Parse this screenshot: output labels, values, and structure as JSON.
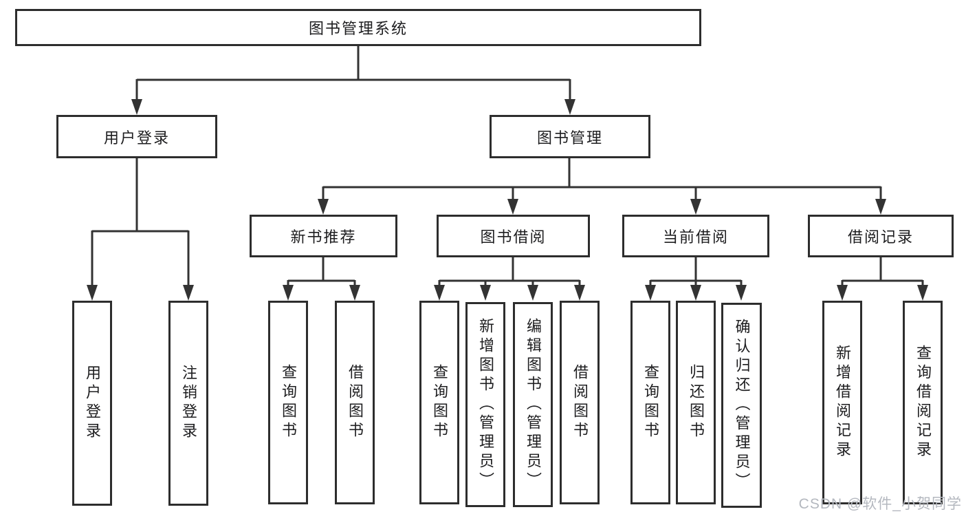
{
  "diagram": {
    "root_label": "图书管理系统",
    "level2": {
      "user_login": "用户登录",
      "book_mgmt": "图书管理"
    },
    "level3": {
      "new_book_rec": "新书推荐",
      "book_borrow": "图书借阅",
      "current_borrow": "当前借阅",
      "borrow_record": "借阅记录"
    },
    "leaves": {
      "user_login": [
        "用户登录",
        "注销登录"
      ],
      "new_book_rec": [
        "查询图书",
        "借阅图书"
      ],
      "book_borrow": [
        "查询图书",
        "新增图书（管理员）",
        "编辑图书（管理员）",
        "借阅图书"
      ],
      "current_borrow": [
        "查询图书",
        "归还图书",
        "确认归还（管理员）"
      ],
      "borrow_record": [
        "新增借阅记录",
        "查询借阅记录"
      ]
    },
    "watermark": "CSDN @软件_小贺同学",
    "colors": {
      "line": "#333333",
      "box_border": "#2d2d2d",
      "text": "#1d1d1f",
      "watermark": "#b4b8bf",
      "background": "#ffffff"
    }
  }
}
